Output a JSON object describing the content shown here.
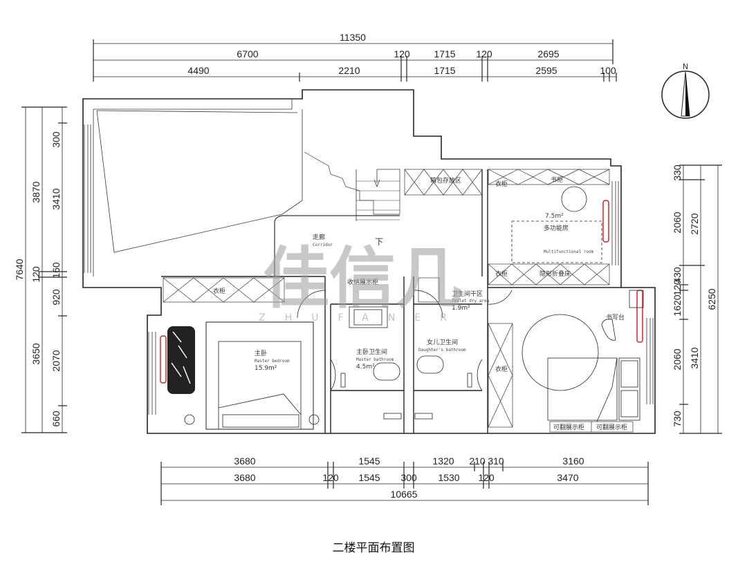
{
  "caption": "二楼平面布置图",
  "watermark": {
    "logo": "佳信几",
    "sub": "ZHUFANER"
  },
  "compass_label": "N",
  "top_dims": {
    "overall": "11350",
    "row2": [
      "6700",
      "120",
      "1715",
      "120",
      "2695"
    ],
    "row3": [
      "4490",
      "2210",
      "1715",
      "2595",
      "100"
    ]
  },
  "left_dims": {
    "overall": "7640",
    "row2": [
      "3870",
      "120",
      "3650"
    ],
    "row3": [
      "300",
      "3410",
      "160",
      "920",
      "2070",
      "660"
    ]
  },
  "right_dims": {
    "overall": "6250",
    "row2": [
      "2720",
      "3410"
    ],
    "row3": [
      "330",
      "2060",
      "430",
      "120",
      "1620",
      "2060",
      "730"
    ]
  },
  "bottom_dims": {
    "row1": [
      "3680",
      "1545",
      "1320",
      "210",
      "310",
      "3160"
    ],
    "row2": [
      "3680",
      "120",
      "1545",
      "300",
      "1530",
      "120",
      "3470"
    ],
    "overall": "10665"
  },
  "rooms": {
    "corridor": {
      "cn": "走廊",
      "en": "Corridor"
    },
    "down": "下",
    "display_cabinet": "收纳展示柜",
    "wardrobe_left": "衣柜",
    "master_bedroom": {
      "cn": "主卧",
      "en": "Master bedroom",
      "area": "15.9m²"
    },
    "master_bathroom": {
      "cn": "主卧卫生间",
      "en": "Master bathroom",
      "area": "4.5m²"
    },
    "daughter_bathroom": {
      "cn": "女儿卫生间",
      "en": "Daughter's bathroom"
    },
    "toilet_dry": {
      "cn": "卫生间干区",
      "en": "Toilet dry area",
      "area": "1.9m²"
    },
    "bag_storage": "箱包存放区",
    "wardrobe_top": "衣柜",
    "bookcase": "书柜",
    "multifunction": {
      "cn": "多功能房",
      "en": "Multifunctional room",
      "area": "7.5m²"
    },
    "wardrobe_mid": "衣柜",
    "hidden_bed": "隐形折叠床",
    "desk": "书写台",
    "wardrobe_right": "衣柜",
    "display_1": "可翻展示柜",
    "display_2": "可翻展示柜"
  }
}
